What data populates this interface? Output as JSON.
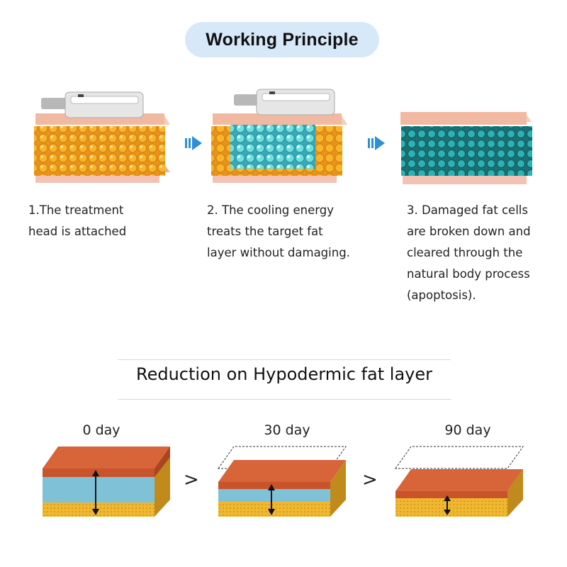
{
  "header": {
    "title": "Working Principle"
  },
  "steps": [
    {
      "lines": [
        "1.The treatment",
        "head is attached"
      ]
    },
    {
      "lines": [
        "2. The cooling energy",
        "treats the target fat",
        "layer without damaging."
      ]
    },
    {
      "lines": [
        "3. Damaged fat cells",
        "are broken down and",
        "cleared through the",
        "natural body process",
        "(apoptosis)."
      ]
    }
  ],
  "reduction": {
    "title": "Reduction on Hypodermic fat layer",
    "days": [
      "0 day",
      "30 day",
      "90 day"
    ],
    "comparator": ">"
  },
  "colors": {
    "pill": "#d7e9f8",
    "skin": "#f2b9a2",
    "fat": "#f3b324",
    "cooled_fat": "#5cc7c9",
    "muscle": "#c9532a",
    "arrow": "#2f8fd6"
  }
}
